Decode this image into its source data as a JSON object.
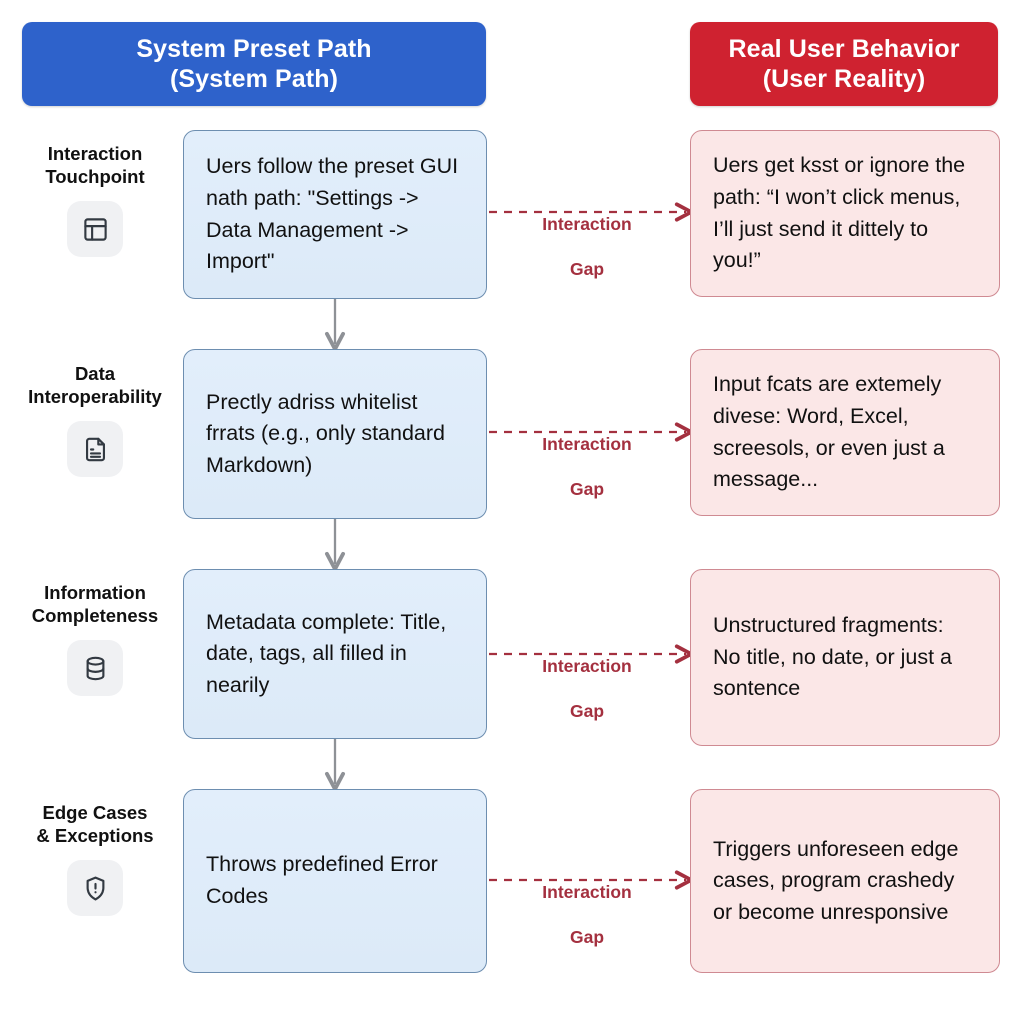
{
  "columns": {
    "system": {
      "title_line1": "System Preset Path",
      "title_line2": "(System Path)",
      "color": "#2e62cb"
    },
    "user": {
      "title_line1": "Real User Behavior",
      "title_line2": "(User Reality)",
      "color": "#cf2230"
    }
  },
  "gap_label": {
    "line1": "Interaction",
    "line2": "Gap",
    "color": "#a4303f"
  },
  "rows": [
    {
      "label": "Interaction\nTouchpoint",
      "icon": "layout-panel-icon",
      "system_text": "Uers follow the preset GUI nath path: \"Settings -> Data Management -> Import\"",
      "user_text": "Uers get ksst or ignore the path: “I won’t click menus, I’ll just send it dittely to you!”"
    },
    {
      "label": "Data\nInteroperability",
      "icon": "document-text-icon",
      "system_text": "Prectly adriss whitelist frrats (e.g., only standard Markdown)",
      "user_text": "Input fcats are extemely divese: Word, Excel, screesols, or even just a message..."
    },
    {
      "label": "Information\nCompleteness",
      "icon": "database-icon",
      "system_text": "Metadata complete: Title, date, tags, all filled in nearily",
      "user_text": "Unstructured fragments: No title, no date, or just a sontence"
    },
    {
      "label": "Edge Cases\n& Exceptions",
      "icon": "shield-alert-icon",
      "system_text": "Throws predefined Error Codes",
      "user_text": "Triggers unforeseen edge cases, program crashedy or become unresponsive"
    }
  ]
}
